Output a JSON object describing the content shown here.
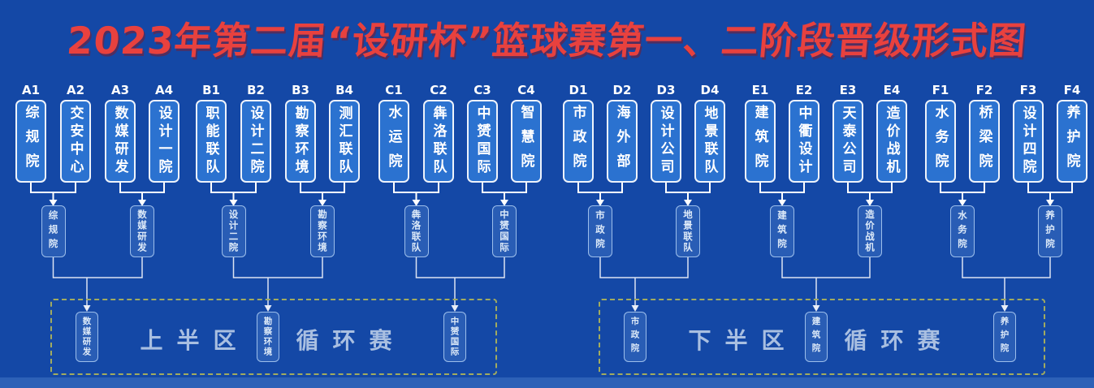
{
  "title": "2023年第二届“设研杯”篮球赛第一、二阶段晋级形式图",
  "colors": {
    "background": "#1448a6",
    "team_box_fill": "#2b72d0",
    "team_box_border": "#eef3fb",
    "title_red": "#e8413e",
    "zone_dash_border": "#a2ab5f",
    "connector": "#ffffff"
  },
  "teams": [
    {
      "seed": "A1",
      "name": "综规院"
    },
    {
      "seed": "A2",
      "name": "交安中心"
    },
    {
      "seed": "A3",
      "name": "数媒研发"
    },
    {
      "seed": "A4",
      "name": "设计一院"
    },
    {
      "seed": "B1",
      "name": "职能联队"
    },
    {
      "seed": "B2",
      "name": "设计二院"
    },
    {
      "seed": "B3",
      "name": "勘察环境"
    },
    {
      "seed": "B4",
      "name": "测汇联队"
    },
    {
      "seed": "C1",
      "name": "水运院"
    },
    {
      "seed": "C2",
      "name": "犇洛联队"
    },
    {
      "seed": "C3",
      "name": "中赟国际"
    },
    {
      "seed": "C4",
      "name": "智慧院"
    },
    {
      "seed": "D1",
      "name": "市政院"
    },
    {
      "seed": "D2",
      "name": "海外部"
    },
    {
      "seed": "D3",
      "name": "设计公司"
    },
    {
      "seed": "D4",
      "name": "地景联队"
    },
    {
      "seed": "E1",
      "name": "建筑院"
    },
    {
      "seed": "E2",
      "name": "中衢设计"
    },
    {
      "seed": "E3",
      "name": "天泰公司"
    },
    {
      "seed": "E4",
      "name": "造价战机"
    },
    {
      "seed": "F1",
      "name": "水务院"
    },
    {
      "seed": "F2",
      "name": "桥梁院"
    },
    {
      "seed": "F3",
      "name": "设计四院"
    },
    {
      "seed": "F4",
      "name": "养护院"
    }
  ],
  "round2": [
    "综规院",
    "数媒研发",
    "设计二院",
    "勘察环境",
    "犇洛联队",
    "中赟国际",
    "市政院",
    "地景联队",
    "建筑院",
    "造价战机",
    "水务院",
    "养护院"
  ],
  "finalists": [
    "数媒研发",
    "勘察环境",
    "中赟国际",
    "市政院",
    "建筑院",
    "养护院"
  ],
  "zones": [
    {
      "half": "上半区",
      "stage": "循环赛"
    },
    {
      "half": "下半区",
      "stage": "循环赛"
    }
  ]
}
